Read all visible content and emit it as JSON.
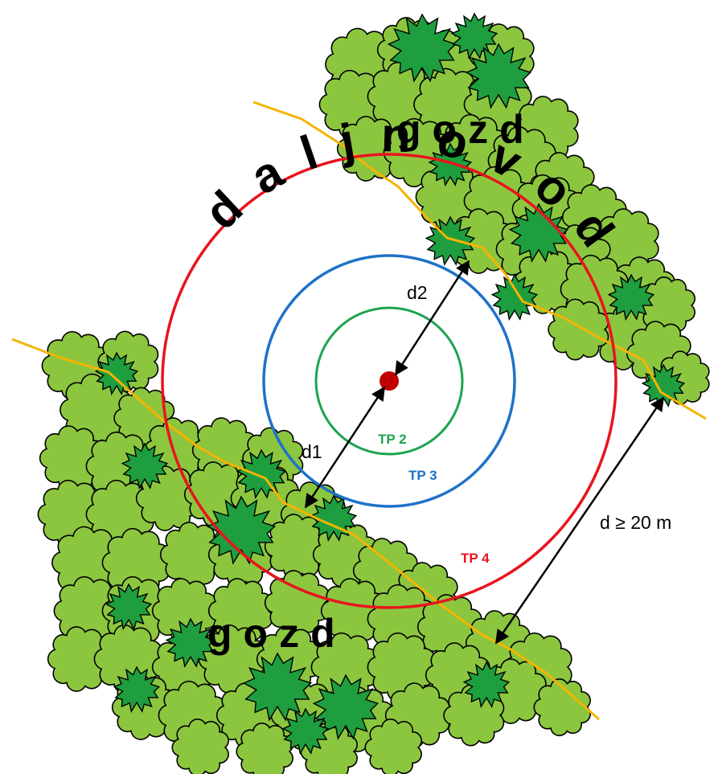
{
  "labels": {
    "forest_top": "gozd",
    "forest_bottom": "gozd",
    "powerline": "daljnovod",
    "tp2": "TP 2",
    "tp3": "TP 3",
    "tp4": "TP 4",
    "d1": "d1",
    "d2": "d2",
    "d_min": "d ≥ 20 m"
  },
  "colors": {
    "tp2": "#1ca44e",
    "tp3": "#1e72c8",
    "tp4": "#e8141e",
    "center": "#c00000",
    "forest_light": "#8cc63f",
    "forest_dark": "#1e9e3e",
    "forest_edge": "#f5b400"
  },
  "icons": {
    "center_point": "tower-location-dot",
    "arrows": "double-headed-arrow"
  }
}
